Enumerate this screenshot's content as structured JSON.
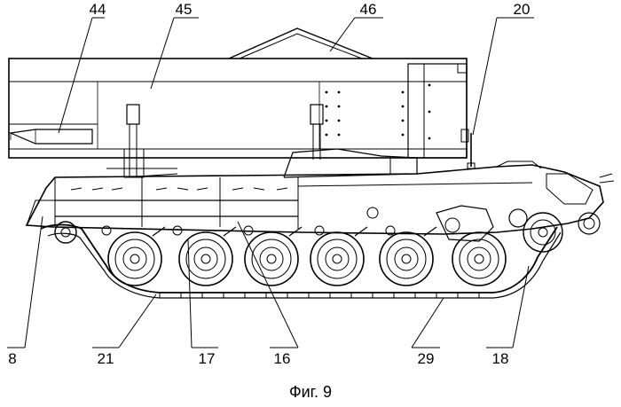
{
  "figure": {
    "caption": "Фиг. 9",
    "callouts": [
      {
        "id": "c44",
        "text": "44"
      },
      {
        "id": "c45",
        "text": "45"
      },
      {
        "id": "c46",
        "text": "46"
      },
      {
        "id": "c20",
        "text": "20"
      },
      {
        "id": "c8",
        "text": "8"
      },
      {
        "id": "c21",
        "text": "21"
      },
      {
        "id": "c17",
        "text": "17"
      },
      {
        "id": "c16",
        "text": "16"
      },
      {
        "id": "c29",
        "text": "29"
      },
      {
        "id": "c18",
        "text": "18"
      }
    ]
  }
}
